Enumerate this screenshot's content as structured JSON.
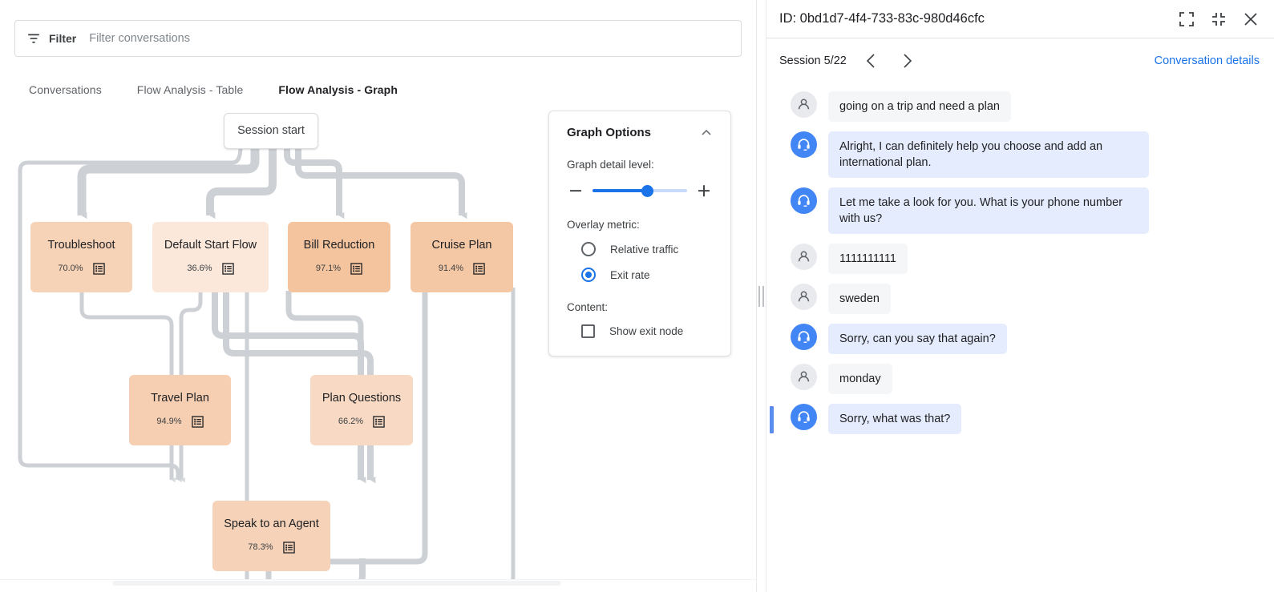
{
  "filter": {
    "icon": "filter-icon",
    "label": "Filter",
    "placeholder": "Filter conversations",
    "value": ""
  },
  "tabs": [
    {
      "label": "Conversations",
      "active": false
    },
    {
      "label": "Flow Analysis - Table",
      "active": false
    },
    {
      "label": "Flow Analysis - Graph",
      "active": true
    }
  ],
  "graph": {
    "start_node": {
      "label": "Session start"
    },
    "nodes": [
      {
        "id": "troubleshoot",
        "label": "Troubleshoot",
        "pct": "70.0%",
        "icon": "list-icon"
      },
      {
        "id": "default_start",
        "label": "Default Start Flow",
        "pct": "36.6%",
        "icon": "list-icon"
      },
      {
        "id": "bill_reduction",
        "label": "Bill Reduction",
        "pct": "97.1%",
        "icon": "list-icon"
      },
      {
        "id": "cruise_plan",
        "label": "Cruise Plan",
        "pct": "91.4%",
        "icon": "list-icon"
      },
      {
        "id": "travel_plan",
        "label": "Travel Plan",
        "pct": "94.9%",
        "icon": "list-icon"
      },
      {
        "id": "plan_questions",
        "label": "Plan Questions",
        "pct": "66.2%",
        "icon": "list-icon"
      },
      {
        "id": "speak_agent",
        "label": "Speak to an Agent",
        "pct": "78.3%",
        "icon": "list-icon"
      }
    ]
  },
  "graph_options": {
    "title": "Graph Options",
    "collapse_icon": "chevron-up-icon",
    "detail_label": "Graph detail level:",
    "minus_icon": "minus-icon",
    "plus_icon": "plus-icon",
    "slider_value": "58",
    "overlay_label": "Overlay metric:",
    "overlay_options": [
      {
        "label": "Relative traffic",
        "selected": false
      },
      {
        "label": "Exit rate",
        "selected": true
      }
    ],
    "content_label": "Content:",
    "checkbox": {
      "label": "Show exit node",
      "checked": false
    }
  },
  "right_panel": {
    "id_text": "ID: 0bd1d7-4f4-733-83c-980d46cfc",
    "icons": [
      "expand-icon",
      "collapse-icon",
      "close-icon"
    ],
    "session_label": "Session 5/22",
    "prev_icon": "chevron-left-icon",
    "next_icon": "chevron-right-icon",
    "details_link": "Conversation details",
    "messages": [
      {
        "role": "user",
        "text": "going on a trip and need a plan",
        "selected": false
      },
      {
        "role": "agent",
        "text": "Alright, I can definitely help you choose and add an international plan.",
        "selected": false
      },
      {
        "role": "agent",
        "text": "Let me take a look for you. What is your phone number with us?",
        "selected": false
      },
      {
        "role": "user",
        "text": "1111111111",
        "selected": false
      },
      {
        "role": "user",
        "text": "sweden",
        "selected": false
      },
      {
        "role": "agent",
        "text": "Sorry, can you say that again?",
        "selected": false
      },
      {
        "role": "user",
        "text": "monday",
        "selected": false
      },
      {
        "role": "agent",
        "text": "Sorry, what was that?",
        "selected": true
      }
    ]
  },
  "colors": {
    "accent": "#1a73e8",
    "node_fill_light": "#fbe7da",
    "node_fill_mid": "#f7d6bf",
    "node_fill_dark": "#f2c09b",
    "edge": "#dadce0"
  }
}
